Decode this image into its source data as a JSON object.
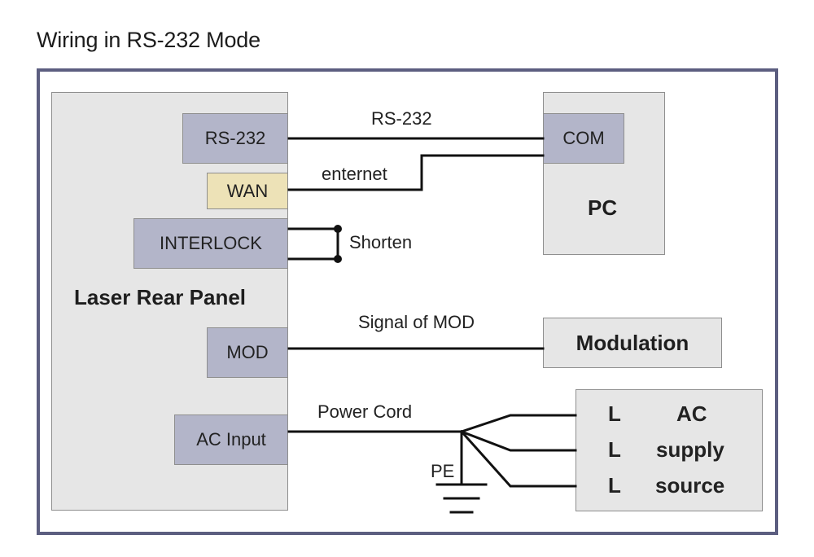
{
  "title": "Wiring in RS-232 Mode",
  "colors": {
    "frame": "#5c5e80",
    "panel_fill": "#e6e6e6",
    "port_fill": "#b3b5c9",
    "wan_fill": "#ede2b7",
    "wire": "#111111"
  },
  "laser_panel": {
    "label": "Laser Rear Panel",
    "ports": {
      "rs232": "RS-232",
      "wan": "WAN",
      "interlock": "INTERLOCK",
      "mod": "MOD",
      "ac_input": "AC Input"
    }
  },
  "pc": {
    "label": "PC",
    "port": "COM"
  },
  "modulation": {
    "label": "Modulation"
  },
  "ac_supply": {
    "rows": [
      {
        "line": "L",
        "text": "AC"
      },
      {
        "line": "L",
        "text": "supply"
      },
      {
        "line": "L",
        "text": "source"
      }
    ]
  },
  "connections": {
    "rs232": "RS-232",
    "enternet": "enternet",
    "shorten": "Shorten",
    "signal_mod": "Signal of MOD",
    "power_cord": "Power Cord",
    "pe": "PE"
  }
}
